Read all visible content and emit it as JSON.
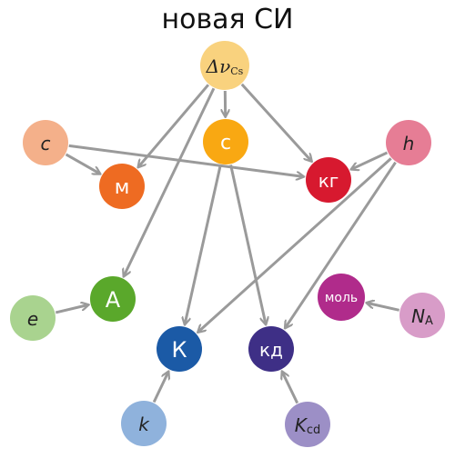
{
  "title": "новая СИ",
  "colors": {
    "edge": "#9a9a9a",
    "background": "#ffffff"
  },
  "nodes": [
    {
      "id": "dnu",
      "label_main": "Δν",
      "label_sub": "Cs",
      "color": "#f9d27e",
      "text_color": "#222222",
      "kind": "constant"
    },
    {
      "id": "c",
      "label_main": "c",
      "label_sub": "",
      "color": "#f4b08a",
      "text_color": "#222222",
      "kind": "constant"
    },
    {
      "id": "s",
      "label_main": "с",
      "label_sub": "",
      "color": "#f9a812",
      "text_color": "#ffffff",
      "kind": "unit"
    },
    {
      "id": "h",
      "label_main": "h",
      "label_sub": "",
      "color": "#e67d95",
      "text_color": "#222222",
      "kind": "constant"
    },
    {
      "id": "m",
      "label_main": "м",
      "label_sub": "",
      "color": "#ee6b22",
      "text_color": "#ffffff",
      "kind": "unit"
    },
    {
      "id": "kg",
      "label_main": "кг",
      "label_sub": "",
      "color": "#d7192f",
      "text_color": "#ffffff",
      "kind": "unit"
    },
    {
      "id": "A",
      "label_main": "А",
      "label_sub": "",
      "color": "#5aa82b",
      "text_color": "#ffffff",
      "kind": "unit"
    },
    {
      "id": "mol",
      "label_main": "моль",
      "label_sub": "",
      "color": "#b02b8b",
      "text_color": "#ffffff",
      "kind": "unit"
    },
    {
      "id": "e",
      "label_main": "e",
      "label_sub": "",
      "color": "#a9d38f",
      "text_color": "#222222",
      "kind": "constant"
    },
    {
      "id": "NA",
      "label_main": "N",
      "label_sub": "A",
      "color": "#d89cc8",
      "text_color": "#222222",
      "kind": "constant"
    },
    {
      "id": "K",
      "label_main": "К",
      "label_sub": "",
      "color": "#1b5aa6",
      "text_color": "#ffffff",
      "kind": "unit"
    },
    {
      "id": "cd",
      "label_main": "кд",
      "label_sub": "",
      "color": "#3e2f86",
      "text_color": "#ffffff",
      "kind": "unit"
    },
    {
      "id": "k",
      "label_main": "k",
      "label_sub": "",
      "color": "#8fb2dc",
      "text_color": "#222222",
      "kind": "constant"
    },
    {
      "id": "Kcd",
      "label_main": "K",
      "label_sub": "cd",
      "color": "#9c8fc6",
      "text_color": "#222222",
      "kind": "constant"
    }
  ],
  "edges": [
    [
      "dnu",
      "s"
    ],
    [
      "dnu",
      "m"
    ],
    [
      "dnu",
      "kg"
    ],
    [
      "dnu",
      "A"
    ],
    [
      "c",
      "m"
    ],
    [
      "c",
      "kg"
    ],
    [
      "h",
      "kg"
    ],
    [
      "h",
      "K"
    ],
    [
      "h",
      "cd"
    ],
    [
      "s",
      "K"
    ],
    [
      "s",
      "cd"
    ],
    [
      "e",
      "A"
    ],
    [
      "NA",
      "mol"
    ],
    [
      "k",
      "K"
    ],
    [
      "Kcd",
      "cd"
    ]
  ]
}
